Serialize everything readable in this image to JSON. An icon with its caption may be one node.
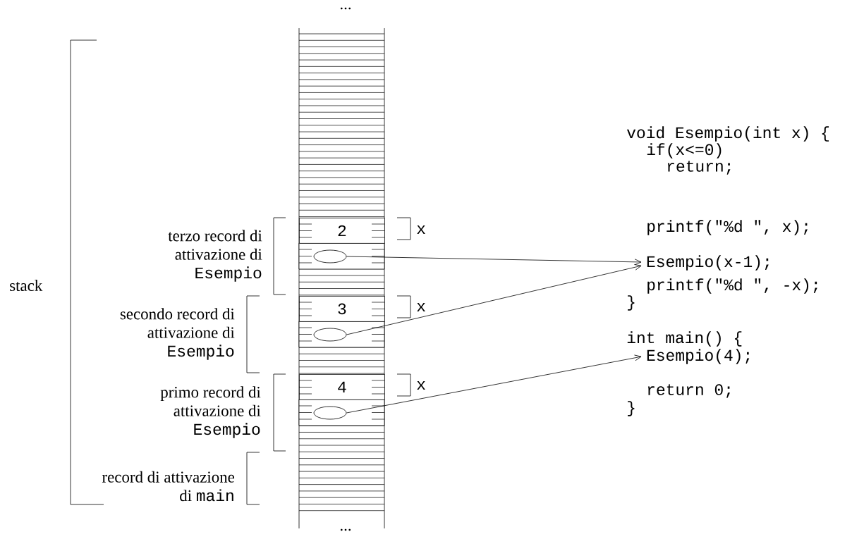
{
  "diagram": {
    "nodes": [
      {
        "text": [
          "2"
        ]
      },
      {
        "text": [],
        "shape": "ellipse"
      },
      {
        "text": [
          "3"
        ]
      },
      {
        "text": [],
        "shape": "ellipse"
      },
      {
        "text": [
          "4"
        ]
      },
      {
        "text": [],
        "shape": "ellipse"
      },
      {
        "text": [
          "Esempio(x-1);"
        ]
      },
      {
        "text": [
          "Esempio(4);"
        ]
      }
    ],
    "edges": [
      {
        "from": 1,
        "to": 6,
        "arrow": "to"
      },
      {
        "from": 3,
        "to": 6,
        "arrow": "to"
      },
      {
        "from": 5,
        "to": 7,
        "arrow": "to"
      }
    ],
    "labels": [
      "...",
      "void Esempio(int x) {",
      "if(x<=0)",
      "return;",
      "printf(\"%d \", x);",
      "x",
      "terzo record di attivazione di",
      "Esempio",
      "stack",
      "printf(\"%d  \", -x);",
      "}",
      "x",
      "secondo record di attivazione di",
      "Esempio",
      "int main() {",
      "x",
      "primo record di attivazione di",
      "Esempio",
      "return 0;",
      "}",
      "record di attivazione di",
      "main",
      "..."
    ]
  }
}
